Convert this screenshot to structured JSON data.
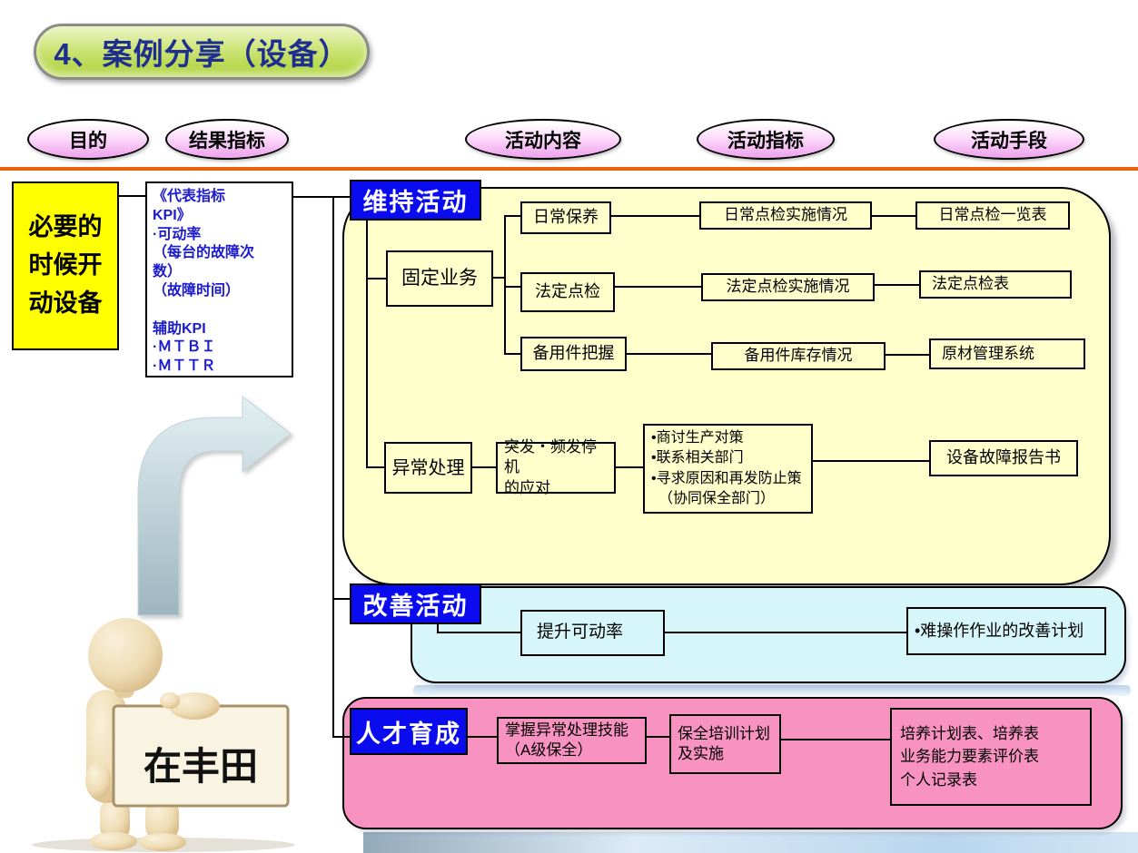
{
  "title": {
    "text": "4、案例分享（设备）"
  },
  "column_headers": {
    "purpose": "目的",
    "result_kpi": "结果指标",
    "activity_content": "活动内容",
    "activity_kpi": "活动指标",
    "activity_means": "活动手段"
  },
  "purpose_box": {
    "text": "必要的\n时候开\n动设备"
  },
  "kpi_box": {
    "text": "《代表指标\nKPI》\n·可动率\n（每台的故障次\n数）\n（故障时间）\n\n辅助KPI\n·ＭＴＢＩ\n·ＭＴＴＲ"
  },
  "maintain": {
    "label": "维持活动",
    "fixed_work": "固定业务",
    "abnormal_handling": "异常处理",
    "daily_maintenance": "日常保养",
    "legal_inspection": "法定点检",
    "spare_parts_grasp": "备用件把握",
    "sudden_stop_response": "突发・频发停机\n的应对",
    "daily_inspection_status": "日常点检实施情况",
    "legal_inspection_status": "法定点检实施情况",
    "spare_parts_stock_status": "备用件库存情况",
    "countermeasure_list": "•商讨生产对策\n•联系相关部门\n•寻求原因和再发防止策\n　（协同保全部门）",
    "daily_inspection_sheet": "日常点检一览表",
    "legal_inspection_sheet": "法定点检表",
    "material_mgmt_system": "原材管理系统",
    "failure_report": "设备故障报告书"
  },
  "improve": {
    "label": "改善活动",
    "raise_operation_rate": "提升可动率",
    "improvement_plan": "•难操作作业的改善计划"
  },
  "talent": {
    "label": "人才育成",
    "abnormal_skill": "掌握异常处理技能\n（A级保全）",
    "training_plan": "保全培训计划\n及实施",
    "record_tables": "培养计划表、培养表\n业务能力要素评价表\n个人记录表"
  },
  "figure": {
    "sign_text": "在丰田"
  },
  "colors": {
    "section_label_bg": "#0b0bef",
    "maintain_region_bg": "#ffffcc",
    "improve_region_bg": "#d7f6f9",
    "talent_region_bg": "#f792c1",
    "purpose_box_bg": "#ffff00",
    "kpi_text": "#1b1bd0",
    "title_text": "#1e2f8f",
    "title_pill_green": "#abd035",
    "header_oval_pink": "#f0a9ee",
    "divider_orange": "#e8650c"
  }
}
